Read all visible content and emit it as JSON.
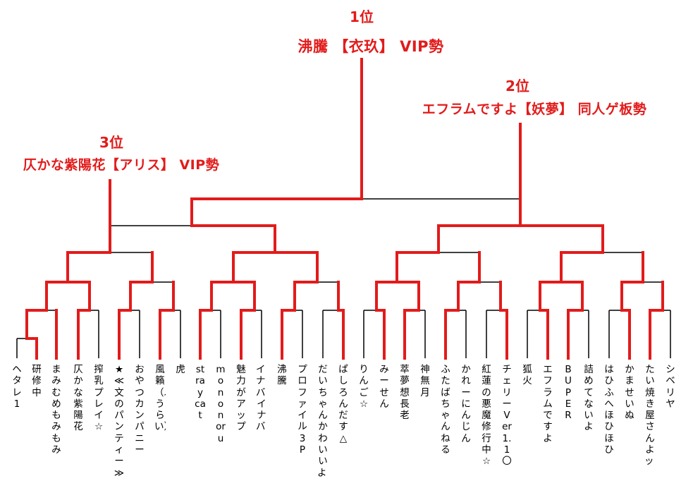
{
  "places": {
    "first": {
      "rank": "1位",
      "team": "沸騰 【衣玖】 VIP勢"
    },
    "second": {
      "rank": "2位",
      "team": "エフラムですよ【妖夢】 同人ゲ板勢"
    },
    "third": {
      "rank": "3位",
      "team": "仄かな紫陽花【アリス】 VIP勢"
    }
  },
  "players": [
    "ヘタレ1",
    "研修中",
    "まみむめもみもみ",
    "仄かな紫陽花",
    "搾乳プレイ ☆",
    "★≪文のパンティー≫",
    "おやつカンパニー",
    "風籟（ふうらい）",
    "虎",
    "stray cat",
    "mononoru",
    "魅力がアップ",
    "イ・ナ・バ！イナバ！",
    "沸騰",
    "プロファイル3P",
    "だいちゃんかわいいよ！",
    "ぱしろんだす △",
    "りんご ☆",
    "みーせん",
    "萃夢想長老",
    "神無月",
    "ふたばちゃんねる",
    "かれーにんじん",
    "紅蓮の悪魔修行中 ☆",
    "チェリーVer1.1〇",
    "狐火",
    "エフラムですよ",
    "BUPER",
    "詰めてないよ",
    "はひふへほひほひ",
    "かませいぬ",
    "たい焼き屋さんよッ！",
    "シベリヤ"
  ],
  "colors": {
    "win": "#e21b1b",
    "line": "#000000"
  }
}
